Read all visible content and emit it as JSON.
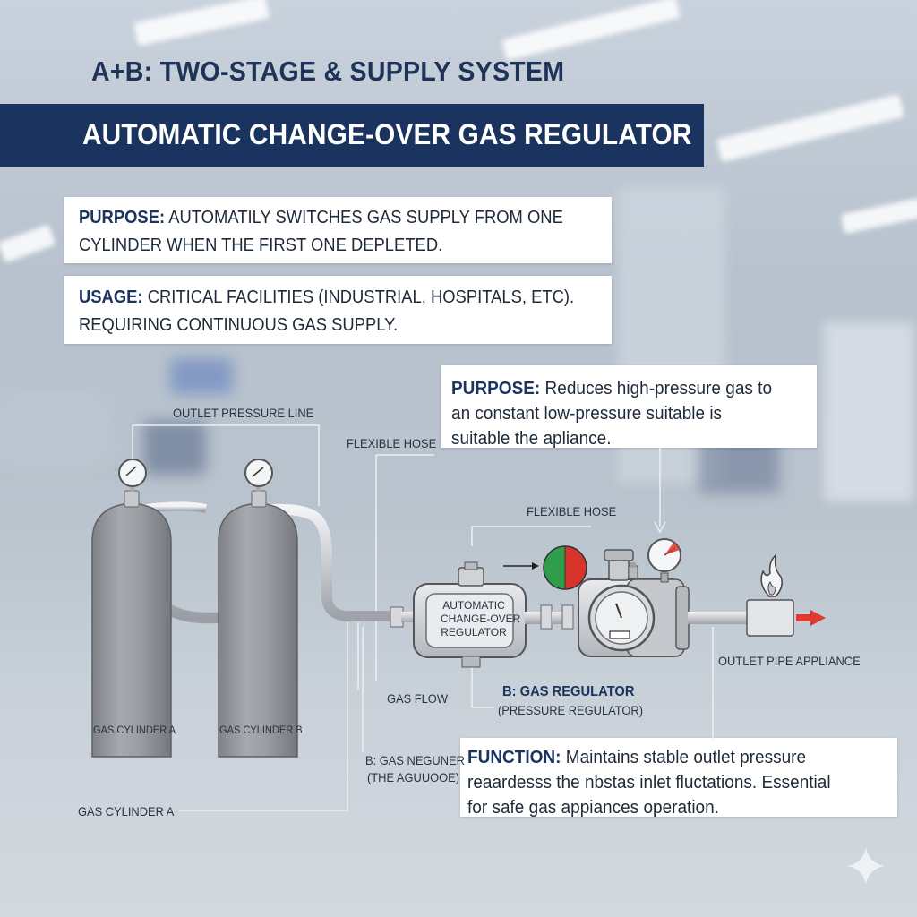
{
  "header": {
    "subtitle": "A+B:  TWO-STAGE & SUPPLY SYSTEM",
    "title": "AUTOMATIC CHANGE-OVER GAS REGULATOR"
  },
  "info_cards": {
    "purpose_a": {
      "key": "PURPOSE:",
      "line1": "AUTOMATILY SWITCHES GAS SUPPLY FROM ONE",
      "line2": "CYLINDER WHEN THE FIRST ONE DEPLETED."
    },
    "usage": {
      "key": "USAGE:",
      "line1": "CRITICAL FACILITIES (INDUSTRIAL, HOSPITALS, ETC).",
      "line2": "REQUIRING CONTINUOUS GAS SUPPLY."
    },
    "purpose_b": {
      "key": "PURPOSE:",
      "line1": "Reduces high-pressure gas to",
      "line2": "an constant low-pressure suitable is",
      "line3": "suitable the apliance."
    },
    "function": {
      "key": "FUNCTION:",
      "line1": "Maintains stable outlet pressure",
      "line2": "reaardesss the nbstas inlet fluctations. Essential",
      "line3": "for safe gas appiances operation."
    }
  },
  "diagram_labels": {
    "outlet_pressure_line": "OUTLET PRESSURE LINE",
    "flexible_hose_1": "FLEXIBLE HOSE",
    "flexible_hose_2": "FLEXIBLE HOSE",
    "cylinder_a": "GAS CYLINDER A",
    "cylinder_b": "GAS CYLINDER B",
    "cylinder_a_callout": "GAS CYLINDER A",
    "gas_flow": "GAS FLOW",
    "b_gas_neguner": "B: GAS NEGUNER",
    "the_agulcoe": "(THE AGUUOOE)",
    "auto_regulator_line1": "AUTOMATIC",
    "auto_regulator_line2": "CHANGE-OVER",
    "auto_regulator_line3": "REGULATOR",
    "b_gas_regulator": "B: GAS REGULATOR",
    "pressure_regulator": "(PRESSURE REGULATOR)",
    "outlet_pipe_appliance": "OUTLET PIPE APPLIANCE"
  },
  "colors": {
    "navy": "#1b335f",
    "indicator_green": "#2e9e4a",
    "indicator_red": "#d9342b",
    "flow_arrow": "#e0392d"
  }
}
